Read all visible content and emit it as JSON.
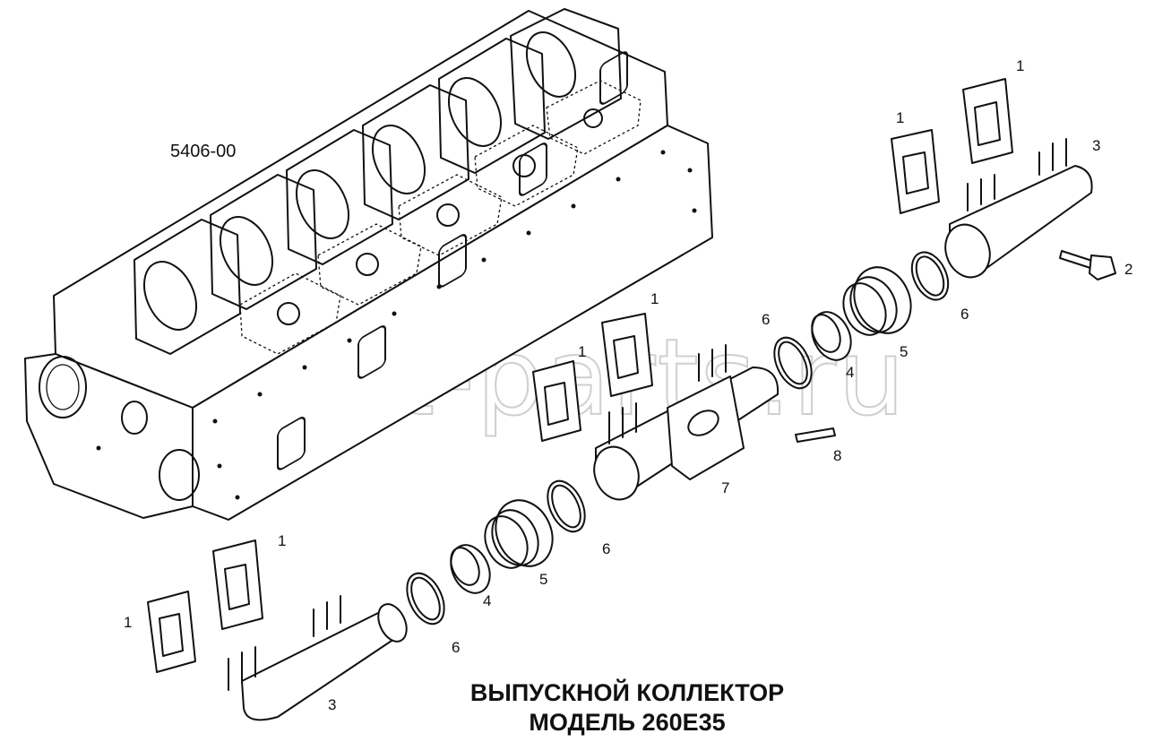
{
  "diagram": {
    "reference_code": "5406-00",
    "title_line1": "ВЫПУСКНОЙ КОЛЛЕКТОР",
    "title_line2": "МОДЕЛЬ 260Е35",
    "watermark": "ansat-parts.ru",
    "callouts": [
      {
        "id": "c1",
        "text": "1"
      },
      {
        "id": "c2",
        "text": "1"
      },
      {
        "id": "c3",
        "text": "3"
      },
      {
        "id": "c4",
        "text": "2"
      },
      {
        "id": "c5",
        "text": "6"
      },
      {
        "id": "c6",
        "text": "5"
      },
      {
        "id": "c7",
        "text": "1"
      },
      {
        "id": "c8",
        "text": "1"
      },
      {
        "id": "c9",
        "text": "6"
      },
      {
        "id": "c10",
        "text": "4"
      },
      {
        "id": "c11",
        "text": "8"
      },
      {
        "id": "c12",
        "text": "7"
      },
      {
        "id": "c13",
        "text": "6"
      },
      {
        "id": "c14",
        "text": "5"
      },
      {
        "id": "c15",
        "text": "4"
      },
      {
        "id": "c16",
        "text": "1"
      },
      {
        "id": "c17",
        "text": "1"
      },
      {
        "id": "c18",
        "text": "6"
      },
      {
        "id": "c19",
        "text": "3"
      }
    ]
  }
}
